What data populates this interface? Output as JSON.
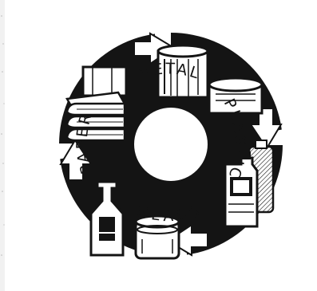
{
  "labels": {
    "metal": "METAL",
    "plastic": "PLASTIC",
    "glass": "GLASS",
    "paper": "PAPER"
  },
  "colors": {
    "ink": "#141414",
    "paper": "#ffffff"
  },
  "icons": [
    "recycle-arrows-icon",
    "metal-cans-icon",
    "plastic-bottles-icon",
    "glass-jars-icon",
    "paper-stack-icon"
  ]
}
